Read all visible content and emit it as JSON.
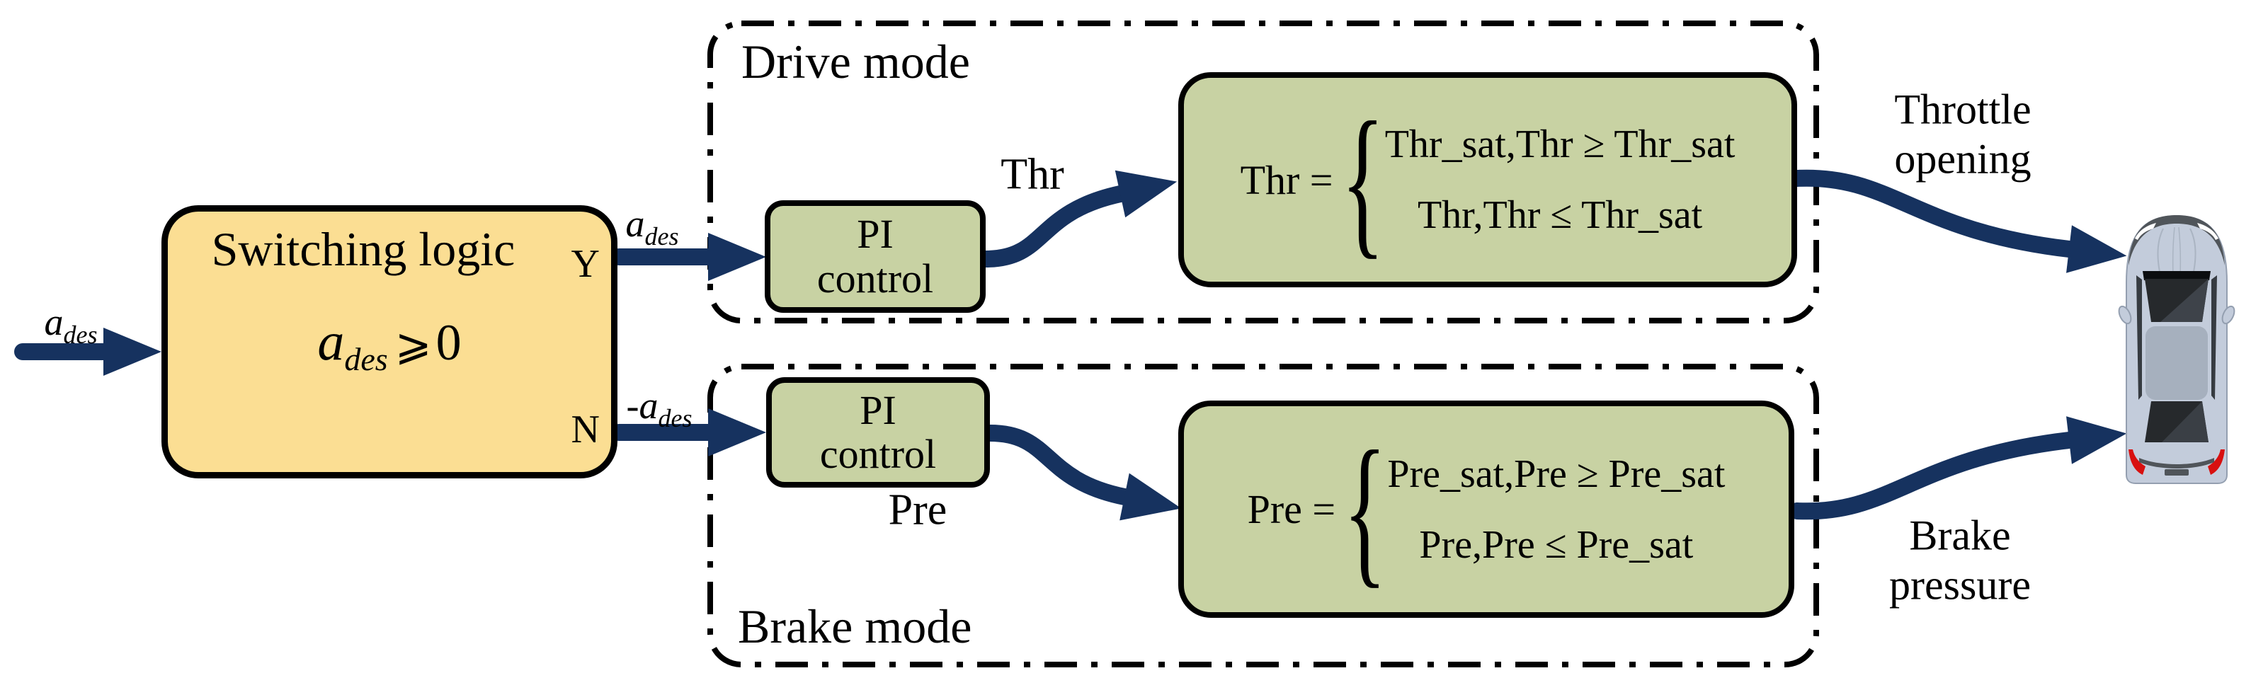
{
  "colors": {
    "arrow": "#16325F",
    "switch_fill": "#FBDE93",
    "green_fill": "#C8D2A3",
    "car_body": "#C3CCDB",
    "car_roof": "#A6B0BE",
    "taillight": "#D8100F"
  },
  "signals": {
    "input": {
      "base": "a",
      "sub": "des"
    },
    "drive_in": {
      "base": "a",
      "sub": "des"
    },
    "brake_in": {
      "prefix": "-",
      "base": "a",
      "sub": "des"
    },
    "drive_ctrl": "Thr",
    "brake_ctrl": "Pre"
  },
  "switching": {
    "title": "Switching logic",
    "yes": "Y",
    "no": "N",
    "cond_base": "a",
    "cond_sub": "des",
    "cond_op": "⩾",
    "cond_value": "0"
  },
  "drive": {
    "title": "Drive mode",
    "pi_line1": "PI",
    "pi_line2": "control",
    "formula_lhs": "Thr =",
    "formula_brace": "{",
    "formula_case1": "Thr_sat,Thr ≥ Thr_sat",
    "formula_case2": "Thr,Thr ≤ Thr_sat",
    "output_line1": "Throttle",
    "output_line2": "opening"
  },
  "brake": {
    "title": "Brake mode",
    "pi_line1": "PI",
    "pi_line2": "control",
    "formula_lhs": "Pre =",
    "formula_brace": "{",
    "formula_case1": "Pre_sat,Pre ≥ Pre_sat",
    "formula_case2": "Pre,Pre ≤ Pre_sat",
    "output_line1": "Brake",
    "output_line2": "pressure"
  },
  "icons": {
    "car": "car-top-view-icon"
  }
}
